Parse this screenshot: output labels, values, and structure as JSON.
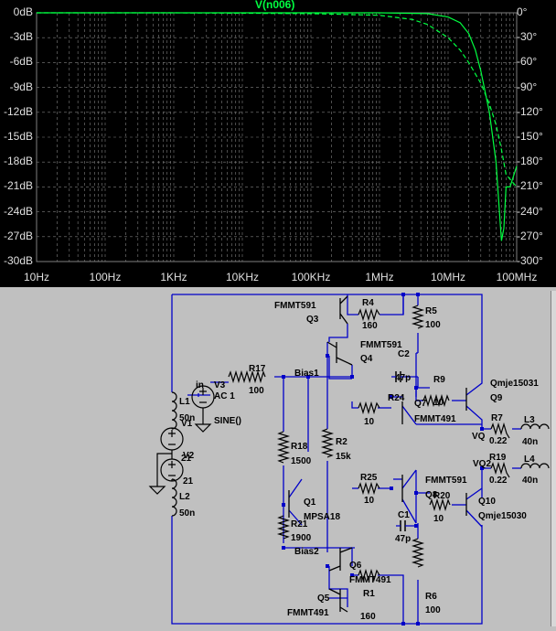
{
  "plot": {
    "trace_label": "V(n006)",
    "y_left_ticks": [
      "0dB",
      "-3dB",
      "-6dB",
      "-9dB",
      "-12dB",
      "-15dB",
      "-18dB",
      "-21dB",
      "-24dB",
      "-27dB",
      "-30dB"
    ],
    "y_right_ticks": [
      "0°",
      "-30°",
      "-60°",
      "-90°",
      "-120°",
      "-150°",
      "-180°",
      "-210°",
      "-240°",
      "-270°",
      "-300°"
    ],
    "x_ticks": [
      "10Hz",
      "100Hz",
      "1KHz",
      "10KHz",
      "100KHz",
      "1MHz",
      "10MHz",
      "100MHz"
    ],
    "colors": {
      "background": "#000000",
      "grid": "#808080",
      "trace": "#00ff40",
      "text": "#e0e0e0"
    }
  },
  "chart_data": {
    "type": "line",
    "title": "",
    "x_scale": "log",
    "xlim": [
      "10Hz",
      "100MHz"
    ],
    "ylim_left": [
      -30,
      0
    ],
    "ylim_right": [
      -300,
      0
    ],
    "grid": true,
    "series": [
      {
        "name": "V(n006)",
        "axis": "left",
        "style": "solid",
        "x": [
          10,
          1000,
          100000,
          1000000,
          5000000,
          10000000,
          15000000,
          20000000,
          25000000,
          30000000,
          40000000,
          50000000,
          55000000,
          60000000,
          65000000,
          70000000,
          80000000,
          100000000
        ],
        "y": [
          0,
          0,
          0,
          0,
          -0.1,
          -0.5,
          -1.2,
          -2.5,
          -4.5,
          -7,
          -12,
          -18,
          -23,
          -27.5,
          -26,
          -21,
          -21,
          -18.5
        ]
      },
      {
        "name": "",
        "axis": "right",
        "style": "dashed",
        "x": [
          10,
          1000,
          100000,
          1000000,
          3000000,
          5000000,
          10000000,
          15000000,
          20000000,
          30000000,
          40000000,
          50000000,
          60000000,
          70000000,
          100000000
        ],
        "y": [
          0,
          0,
          -1,
          -3,
          -8,
          -14,
          -30,
          -45,
          -60,
          -85,
          -110,
          -135,
          -165,
          -195,
          -210
        ]
      }
    ]
  },
  "schematic": {
    "labels": {
      "q3_part": "FMMT591",
      "q3": "Q3",
      "r4": "R4",
      "r4_val": "160",
      "r5": "R5",
      "r5_val": "100",
      "q4_part": "FMMT591",
      "q4": "Q4",
      "c2": "C2",
      "c2_val": "47p",
      "r9": "R9",
      "r9_val": "10",
      "q9_part": "Qmje15031",
      "q9": "Q9",
      "r17": "R17",
      "r17_val": "100",
      "bias1": "Bias1",
      "in": "in",
      "v3": "V3",
      "ac": "AC 1",
      "sine": "SINE()",
      "l1": "L1",
      "l1_val": "50n",
      "v1": "V1",
      "v1_val": "21",
      "v2": "V2",
      "v2_val": "21",
      "l2": "L2",
      "l2_val": "50n",
      "r24": "R24",
      "r24_val": "10",
      "q7": "Q7",
      "q7_part": "FMMT491",
      "r7": "R7",
      "r7_val": "0.22",
      "l3": "L3",
      "l3_val": "40n",
      "vq": "VQ",
      "vq2": "VQ2",
      "r19": "R19",
      "r19_val": "0.22",
      "l4": "L4",
      "l4_val": "40n",
      "r2": "R2",
      "r2_val": "15k",
      "r18": "R18",
      "r18_val": "1500",
      "q1": "Q1",
      "q1_part": "MPSA18",
      "r21": "R21",
      "r21_val": "1900",
      "bias2": "Bias2",
      "r25": "R25",
      "r25_val": "10",
      "q8_part": "FMMT591",
      "q8": "Q8",
      "r20": "R20",
      "r20_val": "10",
      "c1": "C1",
      "c1_val": "47p",
      "q10": "Q10",
      "q10_part": "Qmje15030",
      "q6": "Q6",
      "q6_part": "FMMT491",
      "q5": "Q5",
      "r1": "R1",
      "r1_val": "160",
      "q5_part": "FMMT491",
      "r6": "R6",
      "r6_val": "100"
    }
  }
}
